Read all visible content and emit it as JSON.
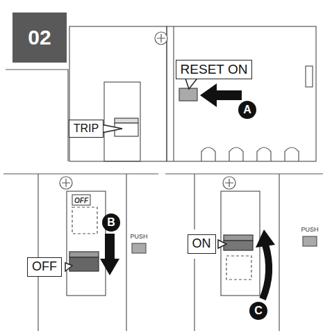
{
  "diagram": {
    "nodes": [
      {
        "text": [
          "02"
        ]
      },
      {
        "text": [
          "TRIP"
        ]
      },
      {
        "text": [
          "RESET ON"
        ]
      },
      {
        "text": [
          "A"
        ]
      },
      {
        "text": [
          "B"
        ]
      },
      {
        "text": [
          "OFF"
        ]
      },
      {
        "text": [
          "ON"
        ]
      },
      {
        "text": [
          "C"
        ]
      }
    ],
    "labels": [
      "OFF",
      "PUSH",
      "PUSH"
    ]
  }
}
